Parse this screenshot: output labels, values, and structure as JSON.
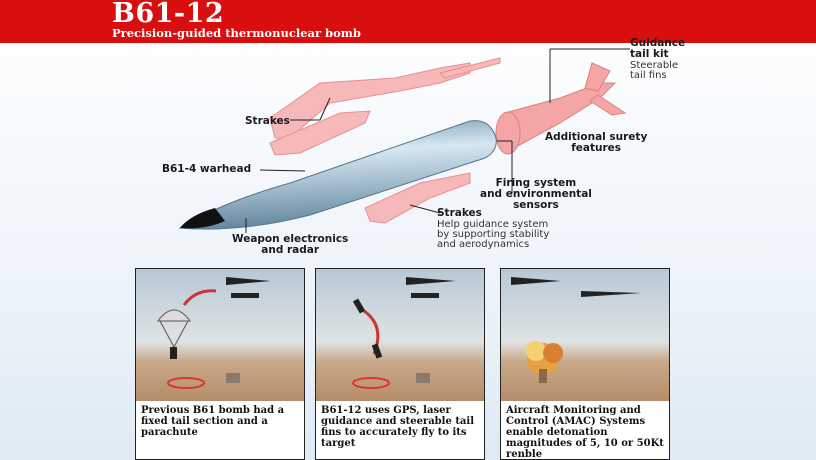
{
  "header": {
    "title": "B61-12",
    "subtitle": "Precision-guided thermonuclear bomb"
  },
  "labels": {
    "guidance_title": "Guidance\ntail kit",
    "guidance_sub": "Steerable\ntail fins",
    "strakes_top": "Strakes",
    "surety": "Additional surety\nfeatures",
    "warhead": "B61-4 warhead",
    "firing": "Firing system\nand environmental\nsensors",
    "strakes_bottom": "Strakes",
    "strakes_sub": "Help guidance system\nby supporting stability\nand aerodynamics",
    "electronics": "Weapon electronics\nand radar"
  },
  "panels": [
    {
      "text": "Previous B61 bomb had a fixed tail section and a parachute"
    },
    {
      "text": "B61-12 uses GPS, laser guidance and steerable tail fins to accurately fly to its target"
    },
    {
      "text": "Aircraft Monitoring and Control (AMAC) Systems enable detonation magnitudes of 5, 10 or 50Kt\nrenble"
    }
  ],
  "colors": {
    "header": "#d90f0f",
    "part": "#f4a5a5",
    "bomb": "#8fb3c9"
  }
}
